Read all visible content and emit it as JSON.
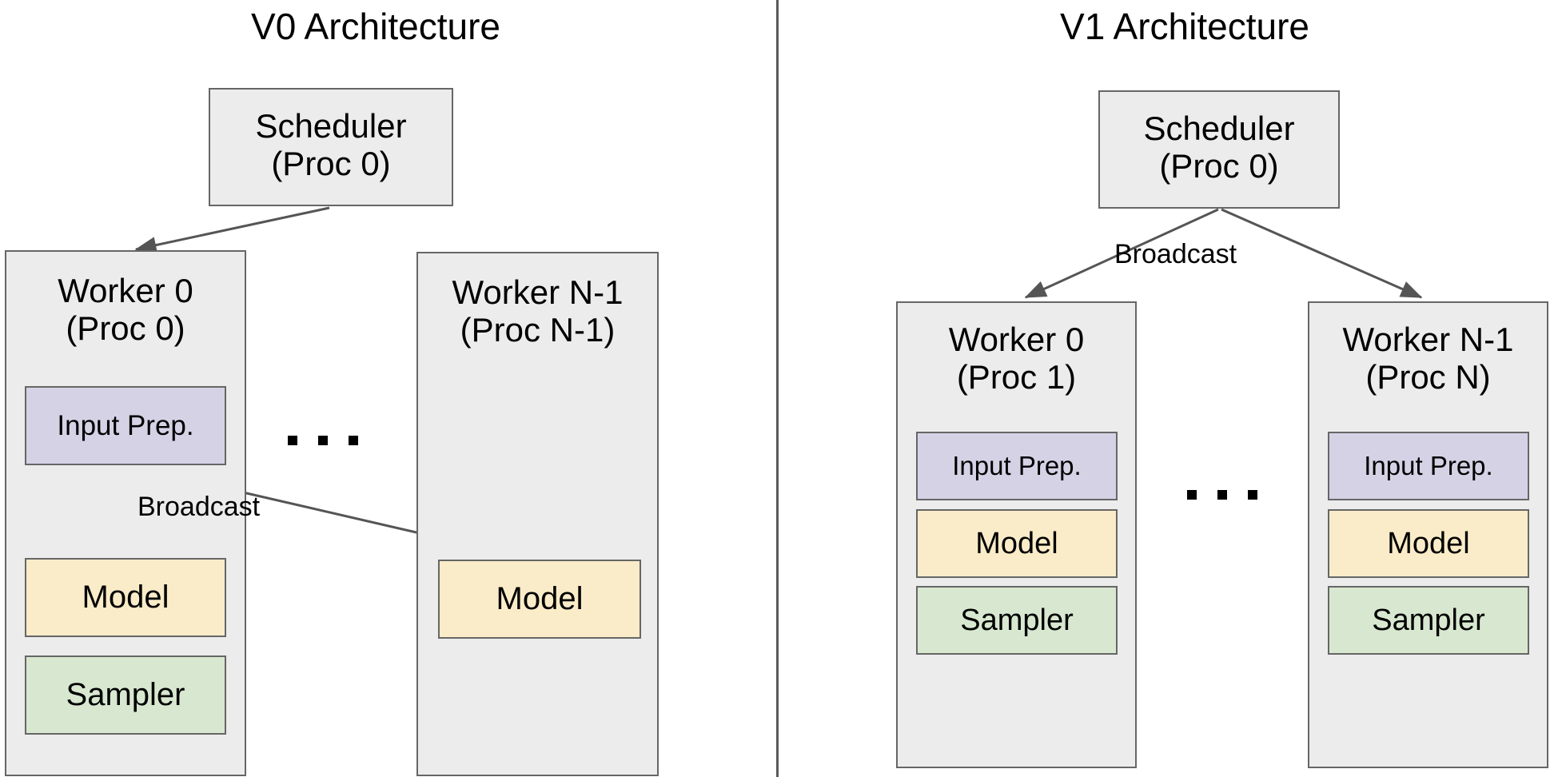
{
  "figure": {
    "kind": "architecture-comparison-diagram",
    "divider_color": "#5a5a5a"
  },
  "palette": {
    "container_fill": "#ececec",
    "border": "#666666",
    "input_prep_fill": "#d5d2e6",
    "model_fill": "#faecc8",
    "sampler_fill": "#d8e8d0",
    "arrow": "#555555",
    "text": "#000000"
  },
  "panels": [
    {
      "id": "v0",
      "title": "V0 Architecture",
      "scheduler": {
        "line1": "Scheduler",
        "line2": "(Proc 0)"
      },
      "workers": [
        {
          "id": "v0-worker-0",
          "line1": "Worker 0",
          "line2": "(Proc 0)",
          "components": [
            {
              "name": "Input Prep.",
              "color": "purple"
            },
            {
              "name": "Model",
              "color": "yellow"
            },
            {
              "name": "Sampler",
              "color": "green"
            }
          ]
        },
        {
          "id": "v0-worker-n1",
          "line1": "Worker N-1",
          "line2": "(Proc N-1)",
          "components": [
            {
              "name": "Model",
              "color": "yellow"
            }
          ]
        }
      ],
      "edges": [
        {
          "from": "scheduler",
          "to": "v0-worker-0",
          "label": ""
        },
        {
          "from": "v0-worker-0.input-prep",
          "to": "v0-worker-0.model",
          "label": "Broadcast"
        },
        {
          "from": "v0-worker-0.input-prep",
          "to": "v0-worker-n1.model",
          "label": ""
        }
      ],
      "ellipsis": "..."
    },
    {
      "id": "v1",
      "title": "V1 Architecture",
      "scheduler": {
        "line1": "Scheduler",
        "line2": "(Proc 0)"
      },
      "workers": [
        {
          "id": "v1-worker-0",
          "line1": "Worker 0",
          "line2": "(Proc 1)",
          "components": [
            {
              "name": "Input Prep.",
              "color": "purple"
            },
            {
              "name": "Model",
              "color": "yellow"
            },
            {
              "name": "Sampler",
              "color": "green"
            }
          ]
        },
        {
          "id": "v1-worker-n1",
          "line1": "Worker N-1",
          "line2": "(Proc N)",
          "components": [
            {
              "name": "Input Prep.",
              "color": "purple"
            },
            {
              "name": "Model",
              "color": "yellow"
            },
            {
              "name": "Sampler",
              "color": "green"
            }
          ]
        }
      ],
      "edges": [
        {
          "from": "scheduler",
          "to": "v1-worker-0",
          "label": "Broadcast"
        },
        {
          "from": "scheduler",
          "to": "v1-worker-n1",
          "label": ""
        }
      ],
      "ellipsis": "..."
    }
  ]
}
